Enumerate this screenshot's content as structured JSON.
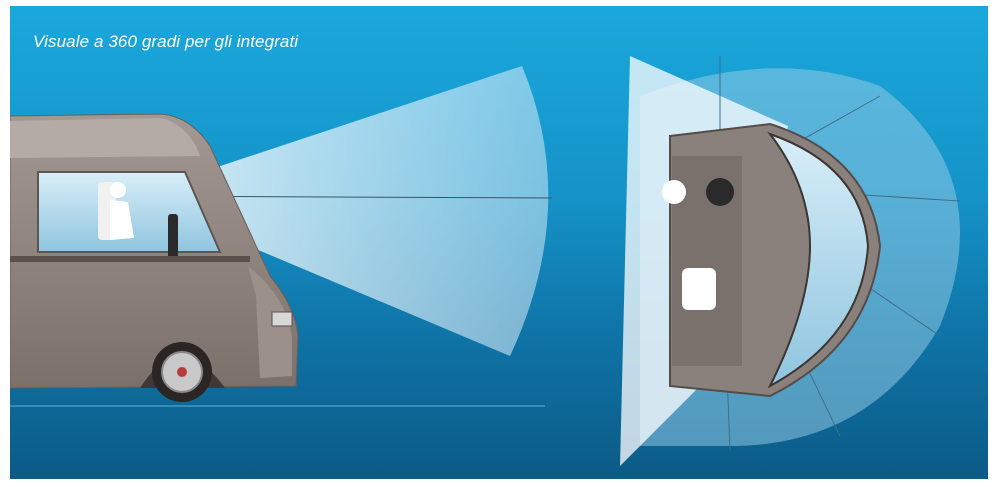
{
  "caption": "Visuale a 360 gradi per gli integrati",
  "colors": {
    "background_top": "#1aa8dc",
    "background_bottom": "#0b5b86",
    "vision_cone": "#e8f4fb",
    "vehicle_body": "#8b7f78"
  },
  "illustrations": [
    {
      "name": "side-view-motorhome",
      "kind": "illustration"
    },
    {
      "name": "top-view-cockpit",
      "kind": "illustration"
    }
  ]
}
